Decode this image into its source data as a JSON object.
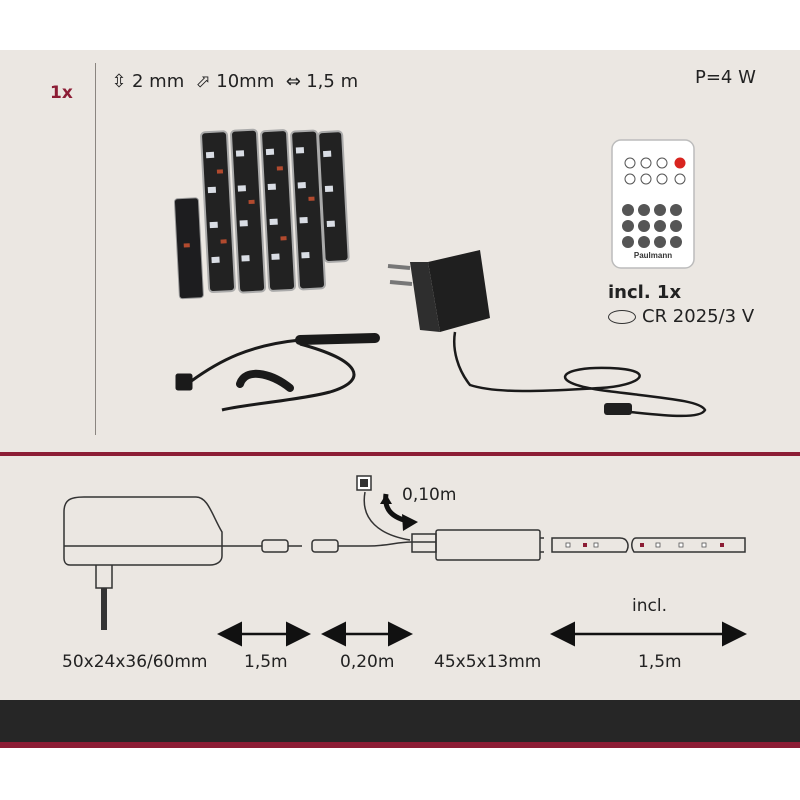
{
  "quantity": "1x",
  "specs": [
    {
      "icon": "height-icon",
      "glyph": "⇳",
      "value": "2 mm"
    },
    {
      "icon": "width-icon",
      "glyph": "⬀",
      "value": "10mm"
    },
    {
      "icon": "length-icon",
      "glyph": "⇔",
      "value": "1,5 m"
    }
  ],
  "power": "P=4 W",
  "remote": {
    "brand": "Paulmann",
    "included": "incl. 1x",
    "battery": "CR 2025/3 V"
  },
  "diagram": {
    "cable_length": "0,10m",
    "included_label": "incl.",
    "measurements": {
      "adapter_size": "50x24x36/60mm",
      "adapter_cable": "1,5m",
      "extension_cable": "0,20m",
      "controller_size": "45x5x13mm",
      "strip_length": "1,5m"
    }
  },
  "colors": {
    "accent": "#8c1d35",
    "panel_bg": "#ebe7e2",
    "footer": "#262626"
  }
}
